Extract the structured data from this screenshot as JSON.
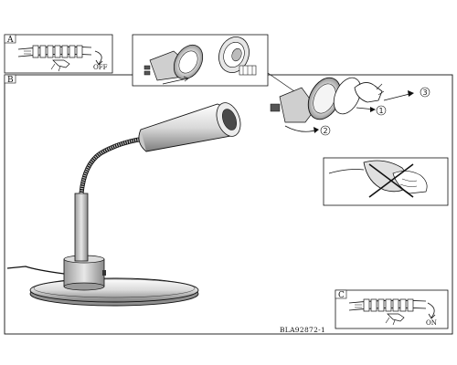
{
  "panels": {
    "a": {
      "label": "A",
      "switch_text": "OFF"
    },
    "b": {
      "label": "B"
    },
    "c": {
      "label": "C",
      "switch_text": "ON"
    }
  },
  "steps": [
    "1",
    "2",
    "3"
  ],
  "footer": {
    "code": "BLA92872-1"
  },
  "colors": {
    "ink": "#111111",
    "shade": "#8a8a8a",
    "light": "#cfcfcf"
  }
}
